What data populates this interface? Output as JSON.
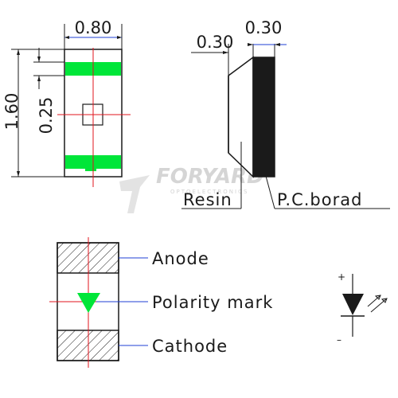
{
  "colors": {
    "line": "#1a1a1a",
    "pad": "#00e639",
    "axis": "#e0141e",
    "blue": "#1f3fd6",
    "watermark": "#c8c8c8"
  },
  "dimensions": {
    "width": "0.80",
    "height": "1.60",
    "pad_length": "0.25",
    "side_left": "0.30",
    "side_right": "0.30"
  },
  "labels": {
    "resin": "Resin",
    "pcb": "P.C.borad",
    "anode": "Anode",
    "polarity": "Polarity mark",
    "cathode": "Cathode",
    "plus": "+",
    "minus": "–"
  },
  "watermark": {
    "brand": "FORYARD",
    "sub": "OPTOELECTRONICS"
  },
  "icons": [
    "led-symbol-icon",
    "light-emission-arrows-icon",
    "polarity-triangle-icon",
    "watermark-logo-icon"
  ]
}
